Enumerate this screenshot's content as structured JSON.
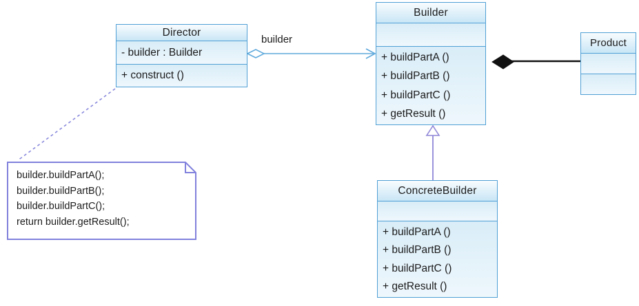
{
  "classes": {
    "director": {
      "name": "Director",
      "attribute": "- builder : Builder",
      "method": "+ construct ()"
    },
    "builder": {
      "name": "Builder",
      "methods": [
        "+ buildPartA ()",
        "+ buildPartB ()",
        "+ buildPartC ()",
        "+ getResult ()"
      ]
    },
    "concrete_builder": {
      "name": "ConcreteBuilder",
      "methods": [
        "+ buildPartA ()",
        "+ buildPartB ()",
        "+ buildPartC ()",
        "+ getResult ()"
      ]
    },
    "product": {
      "name": "Product"
    }
  },
  "note": {
    "lines": [
      "builder.buildPartA();",
      "builder.buildPartB();",
      "builder.buildPartC();",
      "return builder.getResult();"
    ]
  },
  "relationships": {
    "aggregation_label": "builder"
  },
  "colors": {
    "box_border": "#4f9fd5",
    "box_title_gradient_top": "#f8fcfe",
    "box_title_gradient_bottom": "#c9e6f6",
    "box_section_fill": "#e0f0f9",
    "aggregation_line": "#5ea9dc",
    "generalization_line": "#9087d8",
    "note_border": "#8080dd",
    "note_anchor_dash": "#8888dd",
    "dependency_line": "#111111",
    "text": "#1b1b1b"
  }
}
